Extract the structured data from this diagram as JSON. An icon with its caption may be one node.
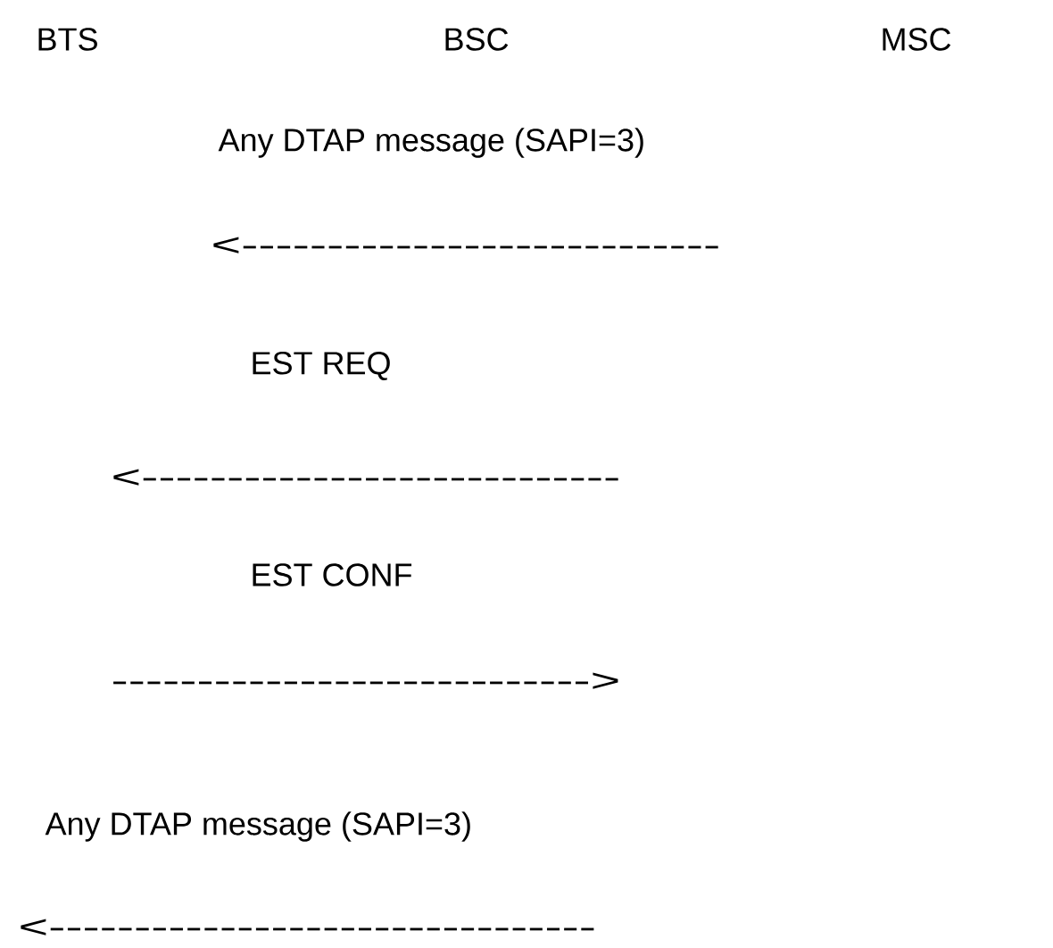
{
  "diagram": {
    "labels": [
      "BTS",
      "BSC",
      "MSC",
      "Any DTAP message (SAPI=3)",
      "<----------------------------",
      "EST REQ",
      "<----------------------------",
      "EST CONF",
      "---------------------------->",
      "Any DTAP message (SAPI=3)",
      "<--------------------------------"
    ]
  }
}
